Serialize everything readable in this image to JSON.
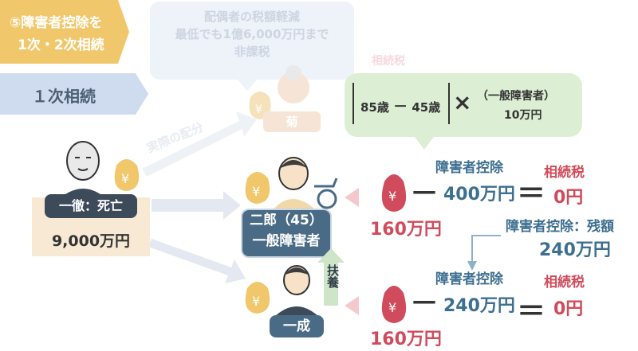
{
  "step_badge": {
    "line1": "⑤障害者控除を",
    "line2": "1次・2次相続"
  },
  "inherit_badge": "１次相続",
  "spouse_note": {
    "line1": "配偶者の税額軽減",
    "line2": "最低でも1億6,000万円まで",
    "line3": "非課税"
  },
  "faded_tax_label": "相続税",
  "wife_label": "菊",
  "faded_arrow_label": "実際の配分",
  "formula": {
    "age_from": "85歳",
    "minus": "－",
    "age_to": "45歳",
    "times": "×",
    "general_line1": "（一般障害者）",
    "general_line2": "10万円"
  },
  "deceased": {
    "label": "一徹：死亡",
    "amount": "9,000万円"
  },
  "jiro": {
    "name": "二郎（45）",
    "status": "一般障害者"
  },
  "issei": {
    "name": "一成"
  },
  "support_label": "扶養",
  "row1": {
    "tax_before": "160万円",
    "minus": "－",
    "deduction_label": "障害者控除",
    "deduction_value": "400万円",
    "equals": "＝",
    "tax_label": "相続税",
    "tax_value": "0円"
  },
  "remaining": {
    "label": "障害者控除：残額",
    "value": "240万円"
  },
  "row2": {
    "tax_before": "160万円",
    "minus": "－",
    "deduction_label": "障害者控除",
    "deduction_value": "240万円",
    "equals": "＝",
    "tax_label": "相続税",
    "tax_value": "0円"
  },
  "icon_yen": "¥",
  "colors": {
    "accent_red": "#d04b5b",
    "accent_blue": "#3d6f8f",
    "badge_yellow": "#f1c76b",
    "formula_green": "#dcefd4"
  }
}
